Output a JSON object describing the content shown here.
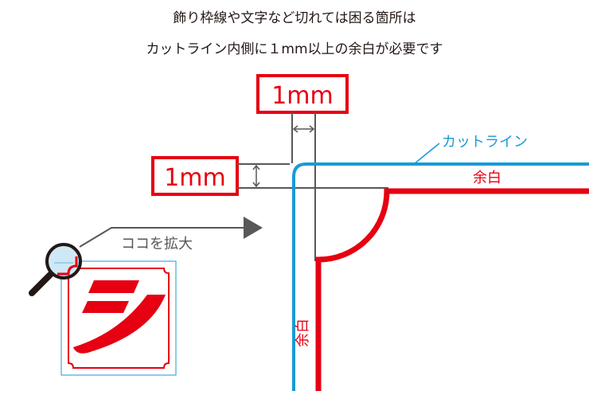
{
  "heading": {
    "line1": "飾り枠線や文字など切れては困る箇所は",
    "line2": "カットライン内側に１mm以上の余白が必要です"
  },
  "labels": {
    "top_measure": "1mm",
    "side_measure": "1mm",
    "cut_line": "カットライン",
    "margin_top": "余白",
    "margin_side": "余白",
    "zoom_here": "ココを拡大"
  },
  "colors": {
    "cut_line": "#1a9ad6",
    "margin": "#e60012",
    "guide": "#595757",
    "text": "#231815",
    "magnifier_lens": "#cfe8f5"
  },
  "icons": {
    "magnifier": "magnifier-icon",
    "sticker": "katakana-shi-sticker"
  }
}
